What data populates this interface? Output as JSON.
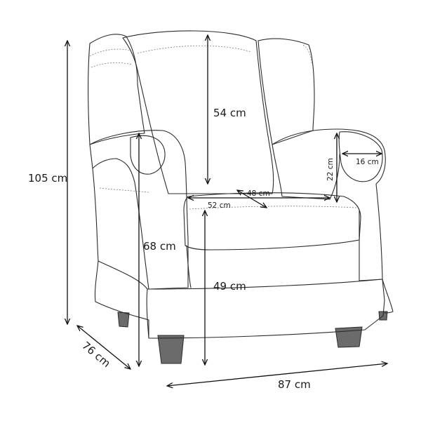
{
  "dimensions": {
    "overall_height": "105 cm",
    "depth": "76 cm",
    "width": "87 cm",
    "back_height": "54 cm",
    "arm_height": "68 cm",
    "seat_height": "49 cm",
    "seat_depth": "48 cm",
    "seat_width": "52 cm",
    "arm_rest_height": "22 cm",
    "arm_width": "16 cm"
  }
}
